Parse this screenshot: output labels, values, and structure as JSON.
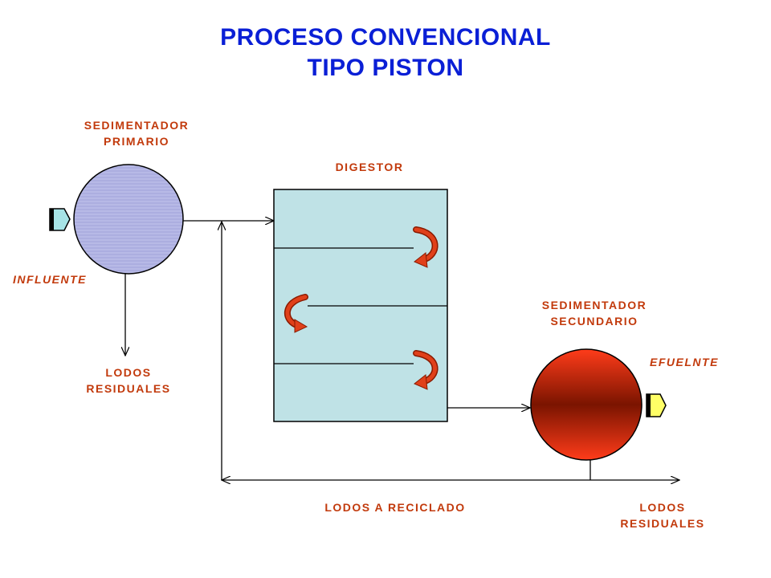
{
  "title": {
    "line1": "PROCESO CONVENCIONAL",
    "line2": "TIPO PISTON"
  },
  "labels": {
    "primary_settler_1": "SEDIMENTADOR",
    "primary_settler_2": "PRIMARIO",
    "digester": "DIGESTOR",
    "influent": "INFLUENTE",
    "sludge_left_1": "LODOS",
    "sludge_left_2": "RESIDUALES",
    "secondary_settler_1": "SEDIMENTADOR",
    "secondary_settler_2": "SECUNDARIO",
    "effluent": "EFUELNTE",
    "recycle": "LODOS A RECICLADO",
    "sludge_right_1": "LODOS",
    "sludge_right_2": "RESIDUALES"
  },
  "colors": {
    "title": "#0a1fd6",
    "label": "#c23a0c",
    "primary_settler_fill": "#b7b9e6",
    "digester_fill": "#bfe2e6",
    "secondary_settler_gradient": [
      "#ff3c1a",
      "#7a1400",
      "#ff3c1a"
    ],
    "flow_arrow": "#e0401a",
    "effluent_arrow": "#ffff66",
    "influent_arrow": "#a6e3e6"
  }
}
